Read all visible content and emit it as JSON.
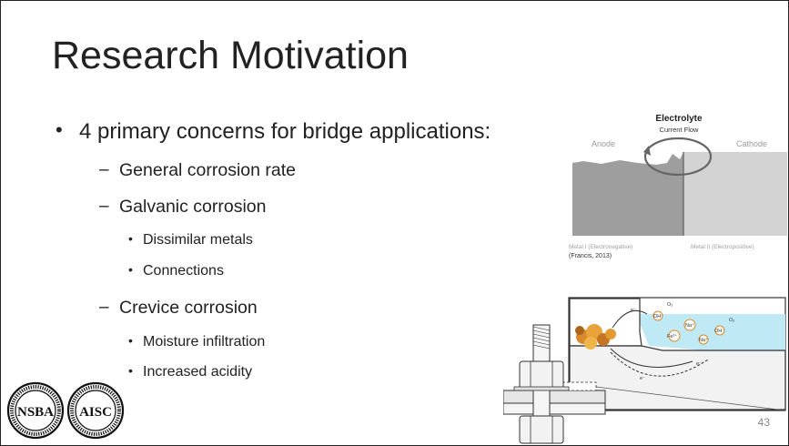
{
  "slide": {
    "title": "Research Motivation",
    "page_number": "43",
    "bullets": [
      {
        "level": 1,
        "text": "4 primary concerns for bridge applications:"
      },
      {
        "level": 2,
        "text": "General corrosion rate"
      },
      {
        "level": 2,
        "text": "Galvanic corrosion"
      },
      {
        "level": 3,
        "text": "Dissimilar metals"
      },
      {
        "level": 3,
        "text": "Connections"
      },
      {
        "level": 2,
        "text": "Crevice corrosion"
      },
      {
        "level": 3,
        "text": "Moisture infiltration"
      },
      {
        "level": 3,
        "text": "Increased acidity"
      }
    ]
  },
  "figure_galvanic": {
    "electrolyte": "Electrolyte",
    "current_flow": "Current Flow",
    "anode": "Anode",
    "cathode": "Cathode",
    "metal1": "Metal I (Electronegative)",
    "metal2": "Metal II (Electropositive)",
    "citation": "(Francis, 2013)"
  },
  "figure_crevice": {
    "labels": [
      "e⁻",
      "O₂",
      "Na⁺",
      "OH⁻",
      "Fe²⁺",
      "Na⁺",
      "O₂",
      "OH⁻",
      "e⁻",
      "e⁻"
    ]
  },
  "logos": {
    "nsba": "NSBA",
    "aisc": "AISC",
    "nsba_ring": "NATIONAL STEEL BRIDGE ALLIANCE · FOUNDED 1995",
    "aisc_ring": "AMERICAN INSTITUTE OF STEEL CONSTRUCTION · FOUNDED 1921"
  },
  "colors": {
    "text": "#222222",
    "metal_dark": "#9a9a9a",
    "metal_light": "#cfcfcf",
    "water": "#bfeaf5",
    "rust": "#d98a2b"
  }
}
